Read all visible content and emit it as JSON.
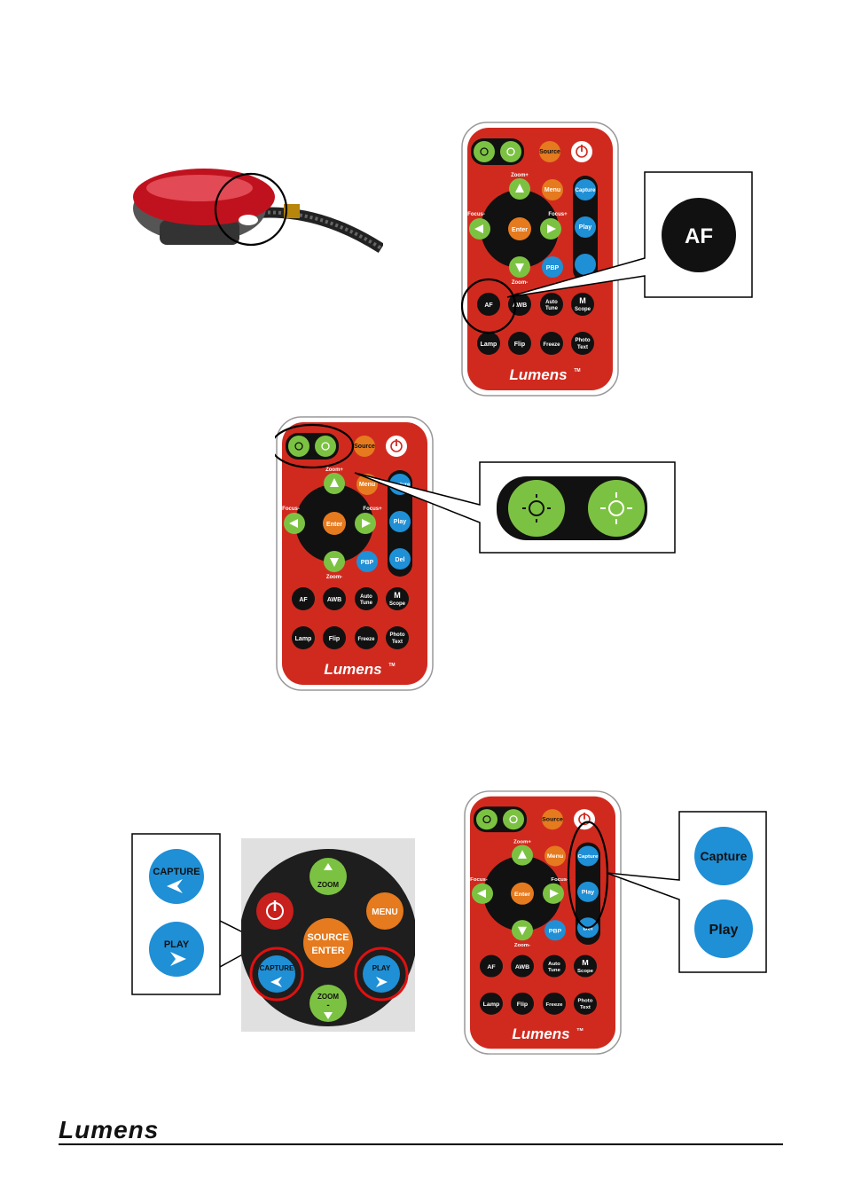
{
  "remote": {
    "source": "Source",
    "menu": "Menu",
    "capture": "Capture",
    "play": "Play",
    "del": "Del",
    "enter": "Enter",
    "pbp": "PBP",
    "zoom_plus": "Zoom+",
    "zoom_minus": "Zoom-",
    "focus_minus": "Focus-",
    "focus_plus": "Focus+",
    "af": "AF",
    "awb": "AWB",
    "auto_tune_1": "Auto",
    "auto_tune_2": "Tune",
    "m": "M",
    "scope": "Scope",
    "lamp": "Lamp",
    "flip": "Flip",
    "freeze": "Freeze",
    "photo": "Photo",
    "text": "Text",
    "brand": "Lumens",
    "tm": "TM"
  },
  "callout_af": {
    "label": "AF"
  },
  "callout_capture_play": {
    "capture": "Capture",
    "play": "Play"
  },
  "device_panel": {
    "source_1": "SOURCE",
    "source_2": "ENTER",
    "menu": "MENU",
    "zoom_plus_sign": "+",
    "zoom_plus": "ZOOM",
    "zoom_minus": "ZOOM",
    "zoom_minus_sign": "-",
    "capture": "CAPTURE",
    "play": "PLAY"
  },
  "callout_device": {
    "capture": "CAPTURE",
    "play": "PLAY"
  },
  "footer": {
    "brand": "Lumens"
  },
  "colors": {
    "remote_red": "#d02a1f",
    "green": "#7cc242",
    "orange": "#e57a1e",
    "blue": "#1f8fd6",
    "black": "#111111"
  }
}
